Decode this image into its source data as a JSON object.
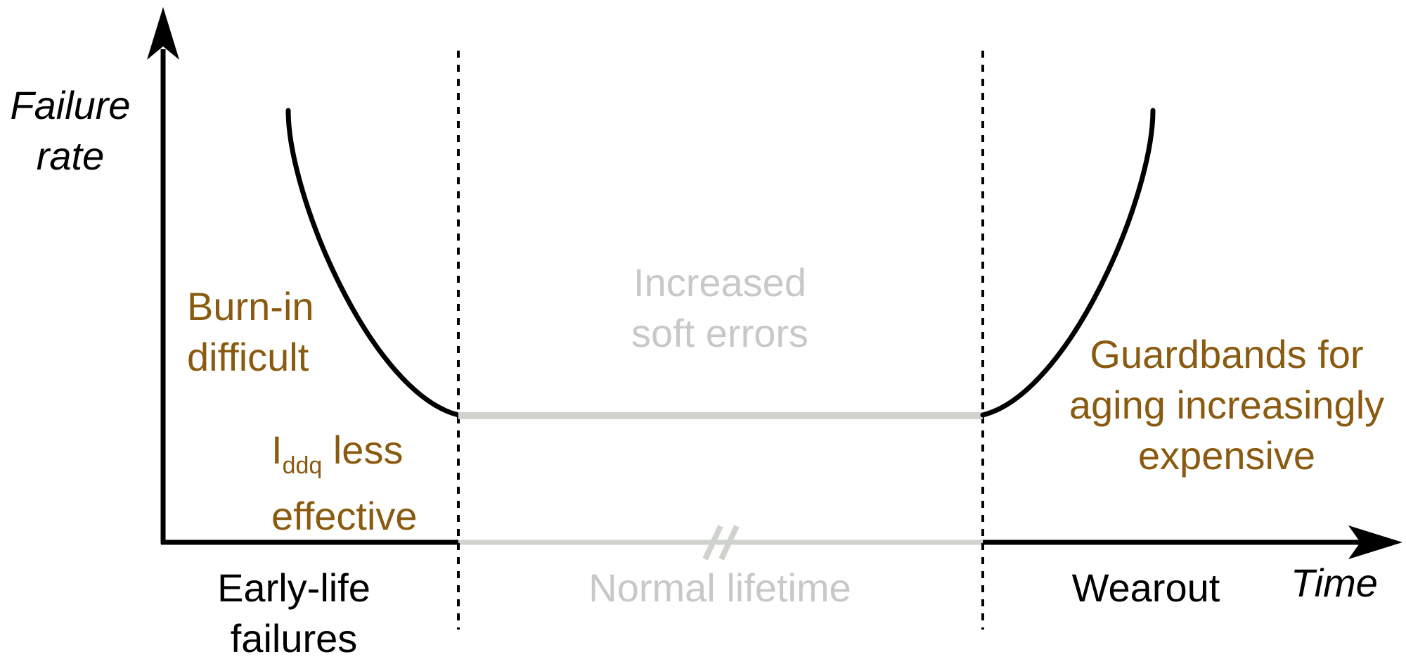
{
  "axes": {
    "y_label_line1": "Failure",
    "y_label_line2": "rate",
    "x_label": "Time"
  },
  "annotations": {
    "burn_in_line1": "Burn-in",
    "burn_in_line2": "difficult",
    "iddq_main": "I",
    "iddq_sub": "ddq",
    "iddq_rest": " less",
    "iddq_line2": "effective",
    "soft_errors_line1": "Increased",
    "soft_errors_line2": "soft errors",
    "guardbands_line1": "Guardbands for",
    "guardbands_line2": "aging increasingly",
    "guardbands_line3": "expensive"
  },
  "regions": {
    "early_line1": "Early-life",
    "early_line2": "failures",
    "normal": "Normal lifetime",
    "wearout": "Wearout"
  },
  "colors": {
    "curve": "#000000",
    "flat_segment": "#cfd2cd",
    "annotation_brown": "#8a5a10",
    "muted_gray": "#c8c8c8"
  }
}
